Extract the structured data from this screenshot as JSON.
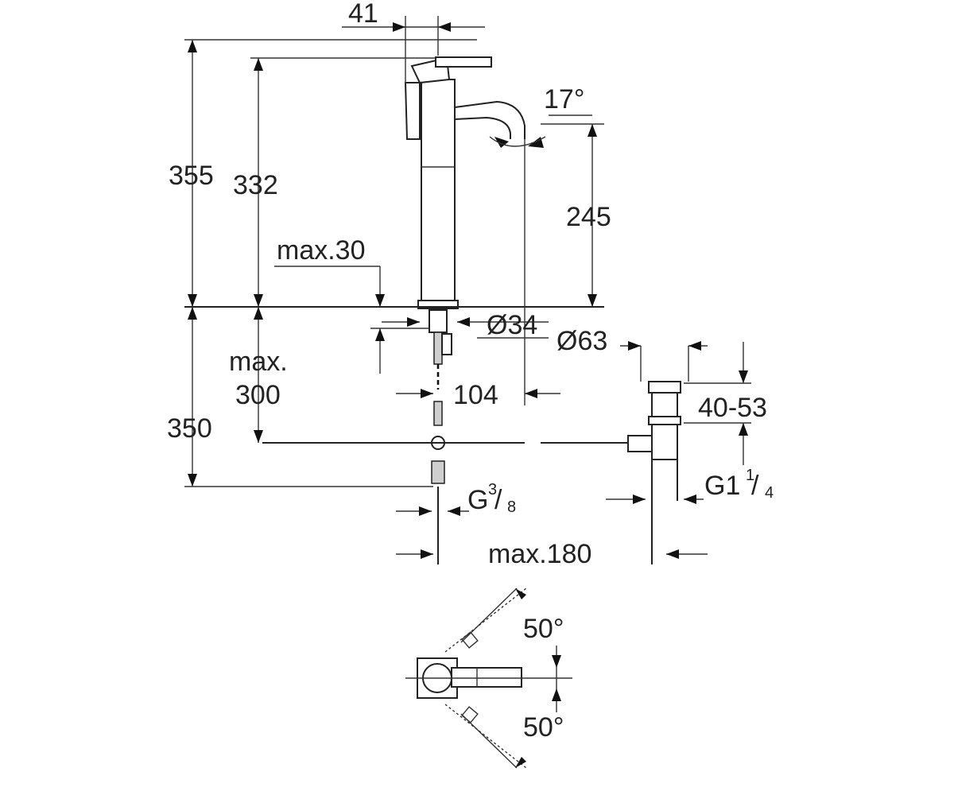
{
  "dimensions": {
    "top_offset": "41",
    "spout_angle": "17°",
    "total_height": "355",
    "handle_height": "332",
    "spout_height": "245",
    "deck_thickness": "max.30",
    "base_diameter": "Ø34",
    "waste_diameter": "Ø63",
    "below_deck_label": "max.",
    "below_deck_value": "300",
    "hose_length": "350",
    "spout_reach": "104",
    "waste_range": "40-53",
    "waste_thread_main": "G1",
    "waste_thread_num": "1",
    "waste_thread_den": "4",
    "supply_thread_main": "G",
    "supply_thread_num": "3",
    "supply_thread_den": "8",
    "rod_max": "max.180",
    "lever_angle_upper": "50°",
    "lever_angle_lower": "50°"
  }
}
